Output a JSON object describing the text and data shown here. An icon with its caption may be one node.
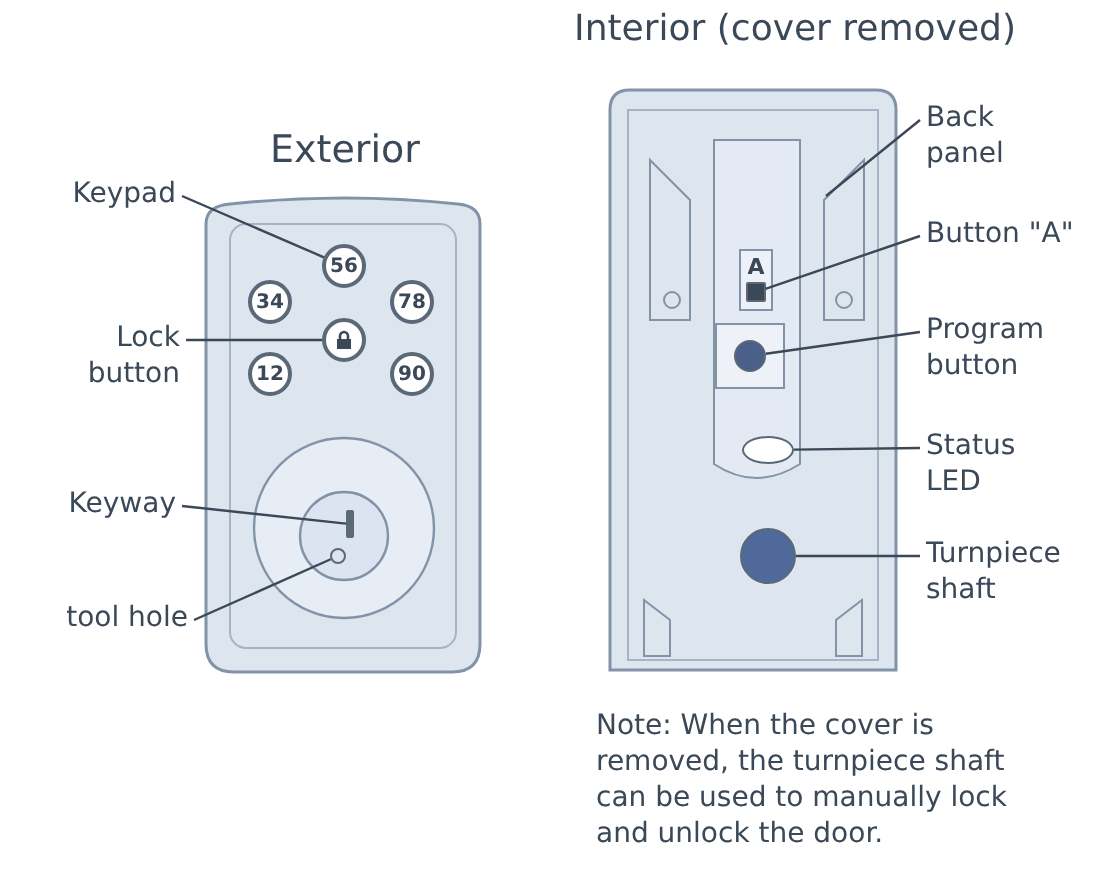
{
  "diagram": {
    "nodes": [
      {
        "text": [
          "Keypad"
        ]
      },
      {
        "text": [
          "56"
        ]
      },
      {
        "text": [
          "34"
        ]
      },
      {
        "text": [
          "78"
        ]
      },
      {
        "text": [],
        "shape": "circle"
      },
      {
        "text": [
          "12"
        ]
      },
      {
        "text": [
          "90"
        ]
      },
      {
        "text": [
          "Lock button"
        ]
      },
      {
        "text": [
          "Keyway"
        ]
      },
      {
        "text": [],
        "shape": "box"
      },
      {
        "text": [
          "tool hole"
        ]
      },
      {
        "text": [],
        "shape": "circle"
      },
      {
        "text": [
          "Back panel"
        ]
      },
      {
        "text": [
          "Button \"A\""
        ]
      },
      {
        "text": [],
        "shape": "box"
      },
      {
        "text": [
          "Program button"
        ]
      },
      {
        "text": [],
        "shape": "circle"
      },
      {
        "text": [
          "Status LED"
        ]
      },
      {
        "text": [],
        "shape": "circle"
      },
      {
        "text": [
          "Turnpiece shaft"
        ]
      },
      {
        "text": [],
        "shape": "circle"
      }
    ],
    "edges": [
      {
        "from": 0,
        "to": 1,
        "arrow": "none"
      },
      {
        "from": 7,
        "to": 4,
        "arrow": "none"
      },
      {
        "from": 8,
        "to": 9,
        "arrow": "none"
      },
      {
        "from": 10,
        "to": 11,
        "arrow": "none"
      },
      {
        "from": 12,
        "to": null,
        "arrow": "none"
      },
      {
        "from": 13,
        "to": 14,
        "arrow": "none"
      },
      {
        "from": 15,
        "to": 16,
        "arrow": "none"
      },
      {
        "from": 17,
        "to": 18,
        "arrow": "none"
      },
      {
        "from": 19,
        "to": 20,
        "arrow": "none"
      }
    ],
    "labels": [
      "Interior (cover removed)",
      "Exterior",
      "A",
      "Note: When the cover is removed, the turnpiece shaft can be used to manually lock and unlock the door."
    ]
  }
}
